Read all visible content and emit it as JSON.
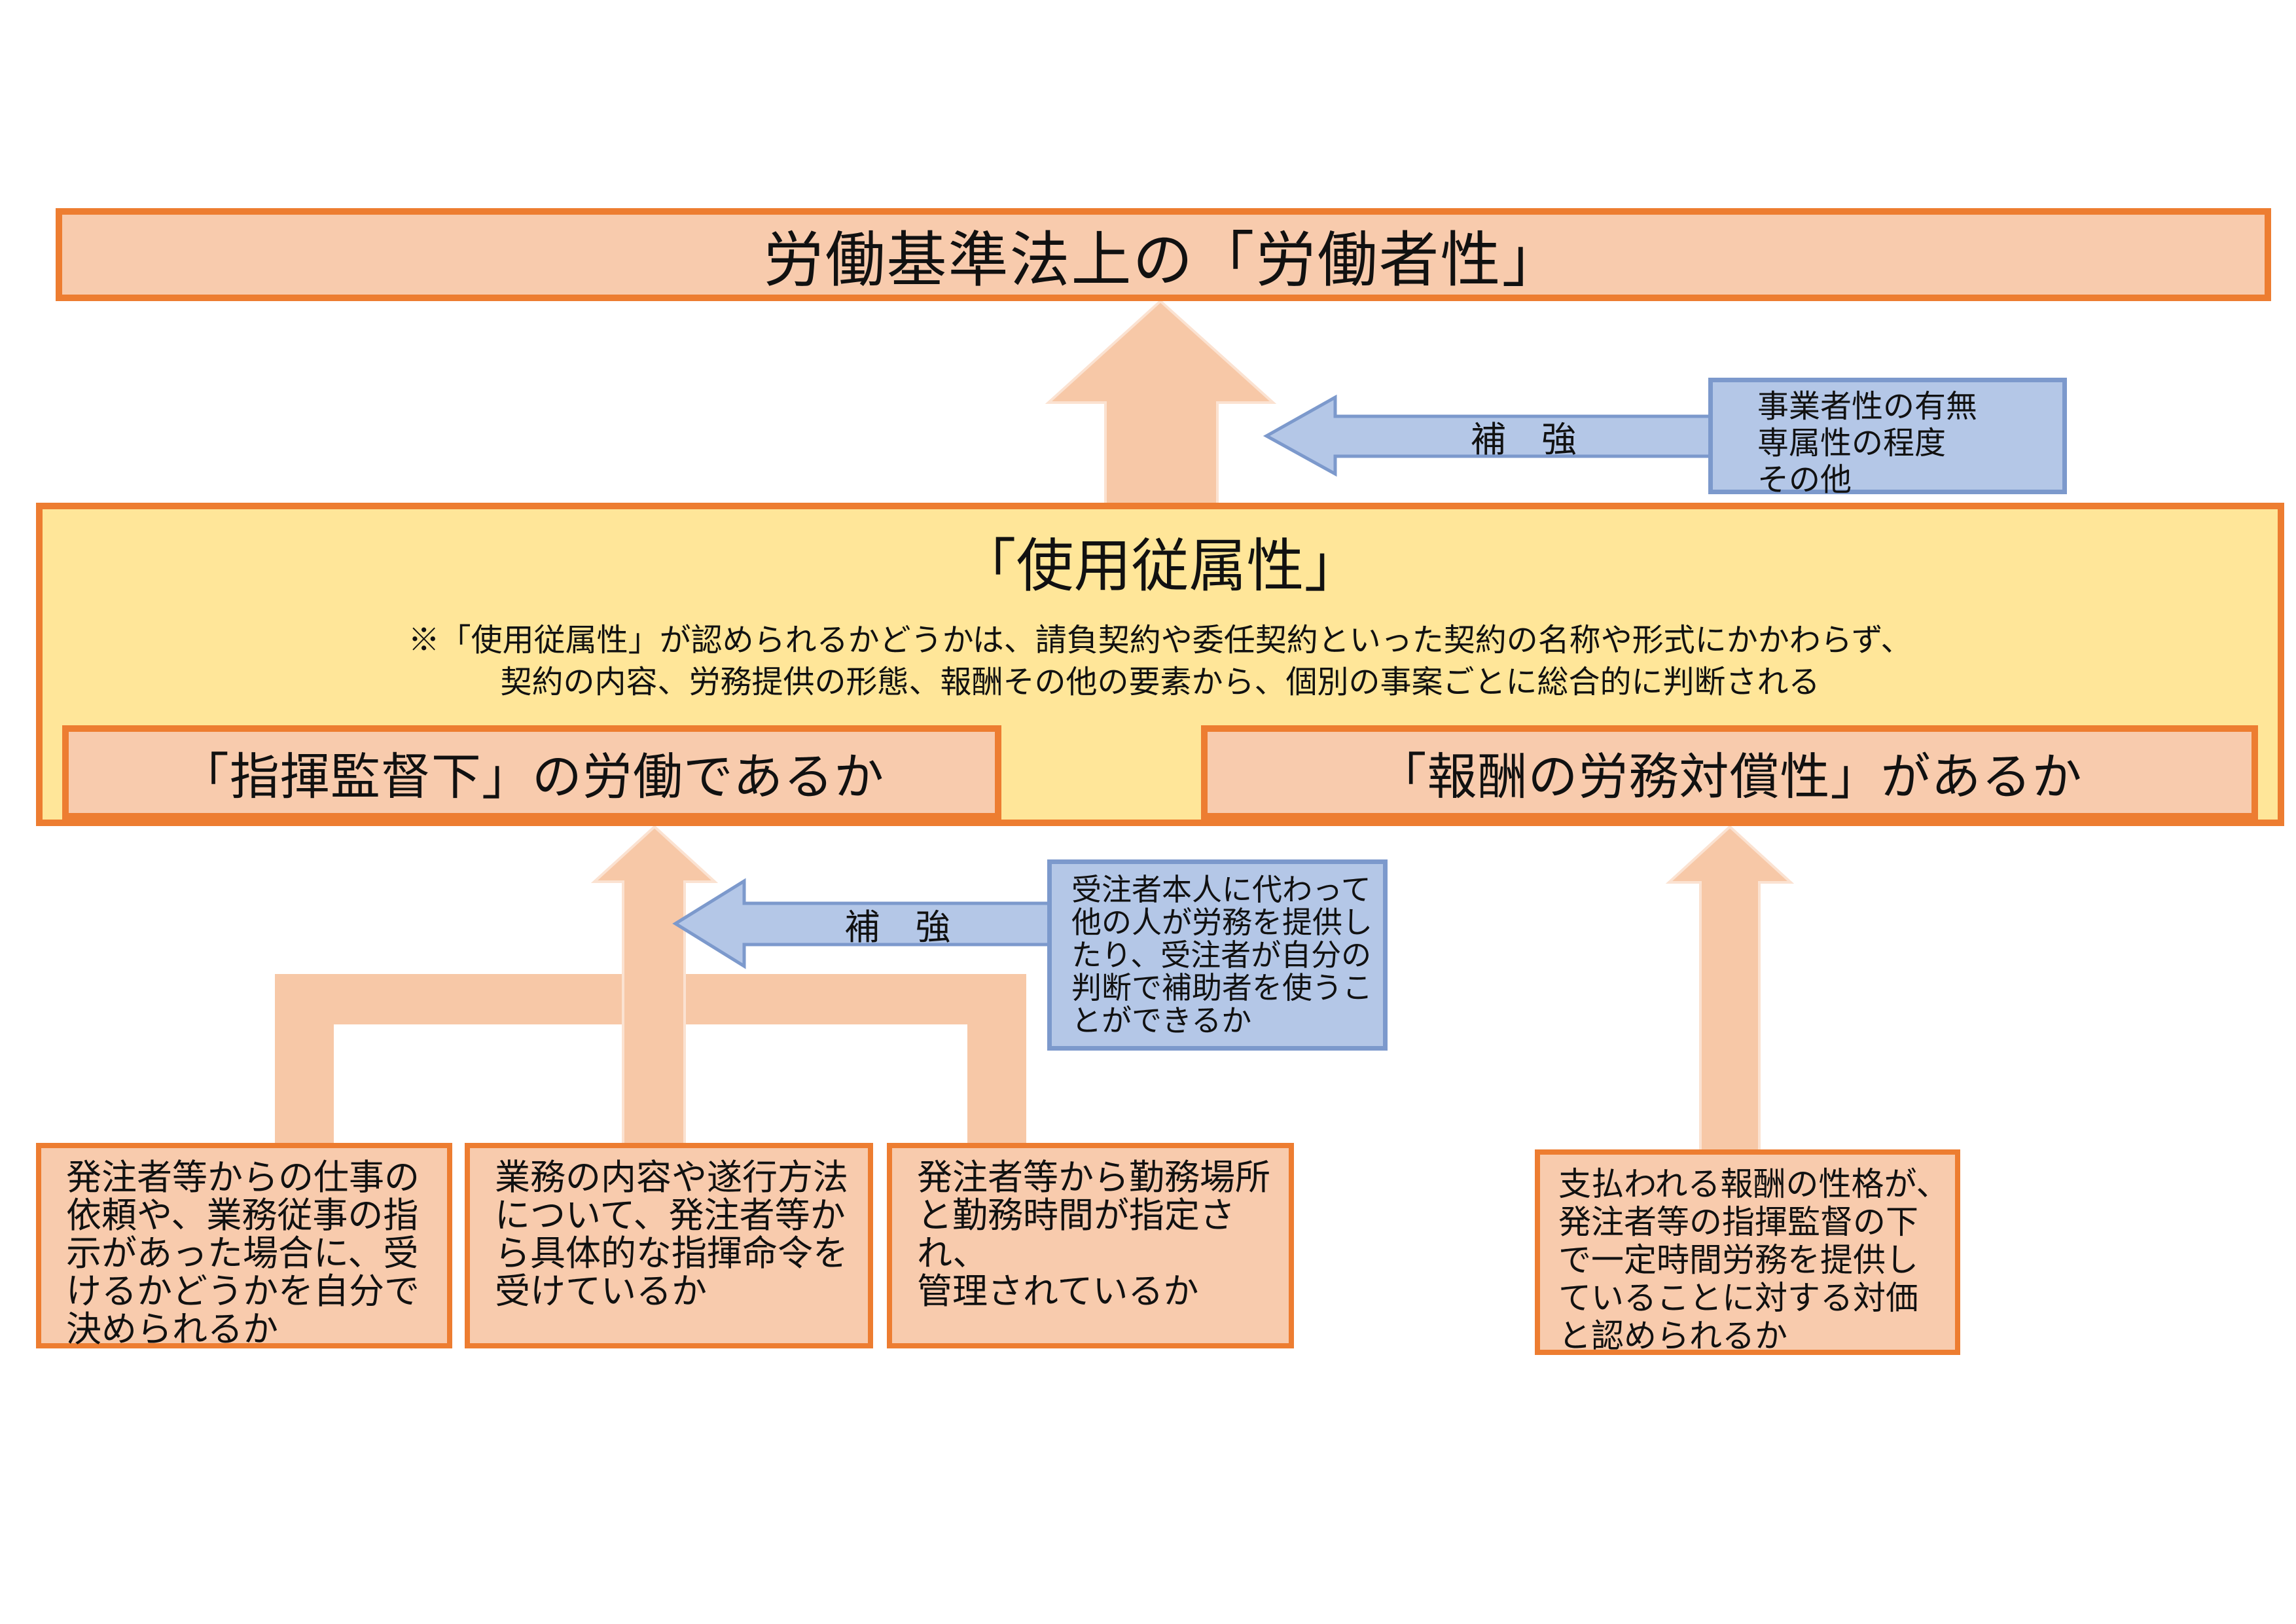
{
  "diagram": {
    "title": "労働基準法上の「労働者性」",
    "dependency": {
      "title": "「使用従属性」",
      "note": "※「使用従属性」が認められるかどうかは、請負契約や委任契約といった契約の名称や形式にかかわらず、\n契約の内容、労務提供の形態、報酬その他の要素から、個別の事案ごとに総合的に判断される",
      "question_left": "「指揮監督下」の労働であるか",
      "question_right": "「報酬の労務対償性」があるか"
    },
    "reinforce_top": {
      "label": "補　強",
      "note": "事業者性の有無\n専属性の程度\nその他"
    },
    "reinforce_mid": {
      "label": "補　強",
      "note": "受注者本人に代わって\n他の人が労務を提供し\nたり、受注者が自分の\n判断で補助者を使うこ\nとができるか"
    },
    "criteria": [
      {
        "text": "発注者等からの仕事の\n依頼や、業務従事の指\n示があった場合に、受\nけるかどうかを自分で\n決められるか"
      },
      {
        "text": "業務の内容や遂行方法\nについて、発注者等か\nら具体的な指揮命令を\n受けているか"
      },
      {
        "text": "発注者等から勤務場所\nと勤務時間が指定され、\n管理されているか"
      },
      {
        "text": "支払われる報酬の性格が、\n発注者等の指揮監督の下\nで一定時間労務を提供し\nていることに対する対価\nと認められるか"
      }
    ],
    "colors": {
      "orange_border": "#ED7D31",
      "peach_fill": "#F8CBAD",
      "arrow_fill": "#F7C8A7",
      "yellow_fill": "#FFE699",
      "blue_fill": "#B4C7E7",
      "blue_border": "#7C99CC"
    }
  }
}
